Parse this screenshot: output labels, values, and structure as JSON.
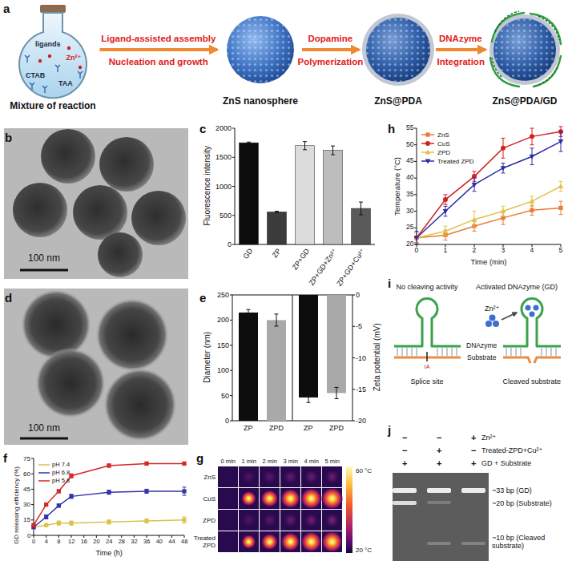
{
  "diagram": {
    "nodes": [
      {
        "text": [
          "Mixture of reaction"
        ]
      },
      {
        "text": [
          "ZnS nanosphere"
        ]
      },
      {
        "text": [
          "ZnS@PDA"
        ]
      },
      {
        "text": [
          "ZnS@PDA/GD"
        ]
      }
    ],
    "edges": [
      {
        "from": 0,
        "to": 1,
        "arrow": "to",
        "label": "Ligand-assisted assembly"
      },
      {
        "from": 1,
        "to": 2,
        "arrow": "to",
        "label": "Dopamine"
      },
      {
        "from": 2,
        "to": 3,
        "arrow": "to",
        "label": "DNAzyme"
      }
    ],
    "labels": [
      "a",
      "b",
      "c",
      "d",
      "e",
      "f",
      "g",
      "h",
      "i",
      "j",
      "ligands",
      "Zn²⁺",
      "CTAB",
      "TAA",
      "Nucleation and growth",
      "Polymerization",
      "Integration",
      "100 nm",
      "100 nm",
      "0",
      "500",
      "1000",
      "1500",
      "2000",
      "Fluorescence intensity",
      "GD",
      "ZP",
      "ZP+GD",
      "ZP+GD+Zn²⁺",
      "ZP+GD+Cu²⁺",
      "0",
      "50",
      "100",
      "150",
      "200",
      "250",
      "Diameter (nm)",
      "0",
      "-5",
      "-10",
      "-15",
      "-20",
      "Zeta potential (mV)",
      "ZP",
      "ZPD",
      "ZP",
      "ZPD",
      "0",
      "15",
      "30",
      "45",
      "60",
      "75",
      "GD releasing efficiency (%)",
      "0",
      "4",
      "8",
      "12",
      "16",
      "20",
      "24",
      "28",
      "32",
      "36",
      "40",
      "44",
      "48",
      "Time (h)",
      "0 min",
      "1 min",
      "2 min",
      "3 min",
      "4 min",
      "5 min",
      "ZnS",
      "CuS",
      "ZPD",
      "Treated ZPD",
      "60 °C",
      "20 °C",
      "20",
      "25",
      "30",
      "35",
      "40",
      "45",
      "50",
      "55",
      "Temperature (°C)",
      "0",
      "1",
      "2",
      "3",
      "4",
      "5",
      "Time (min)",
      "No cleaving activity",
      "Activated DNAzyme (GD)",
      "Zn²⁺",
      "DNAzyme",
      "Substrate",
      "rA",
      "Splice site",
      "Cleaved substrate",
      "−",
      "−",
      "+",
      "Zn²⁺",
      "−",
      "+",
      "−",
      "Treated-ZPD+Cu²⁺",
      "+",
      "+",
      "+",
      "GD + Substrate",
      "~33 bp (GD)",
      "~20 bp (Substrate)",
      "~10 bp (Cleaved substrate)"
    ],
    "legend": [
      {
        "text": "pH 7.4"
      },
      {
        "text": "pH 6.8"
      },
      {
        "text": "pH 5.8"
      },
      {
        "text": "ZnS"
      },
      {
        "text": "CuS"
      },
      {
        "text": "ZPD"
      },
      {
        "text": "Treated ZPD"
      }
    ]
  }
}
